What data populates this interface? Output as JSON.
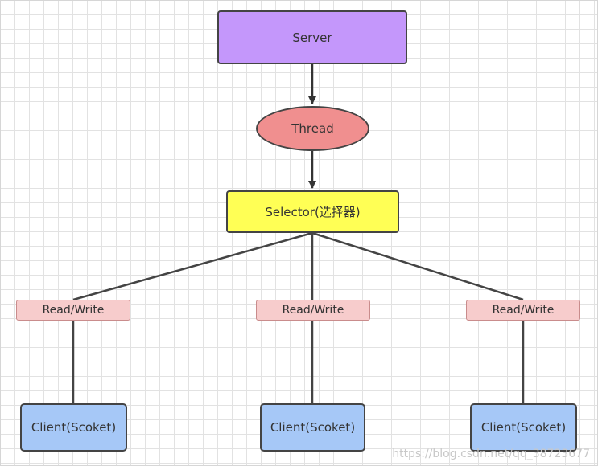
{
  "diagram": {
    "server": "Server",
    "thread": "Thread",
    "selector": "Selector(选择器)",
    "read_write": [
      "Read/Write",
      "Read/Write",
      "Read/Write"
    ],
    "clients": [
      "Client(Scoket)",
      "Client(Scoket)",
      "Client(Scoket)"
    ],
    "watermark": "https://blog.csdn.net/qq_38723677"
  },
  "colors": {
    "server": "#c497fb",
    "thread": "#f08f8f",
    "selector": "#ffff55",
    "read_write": "#f7cccc",
    "client": "#a6c8f7"
  }
}
